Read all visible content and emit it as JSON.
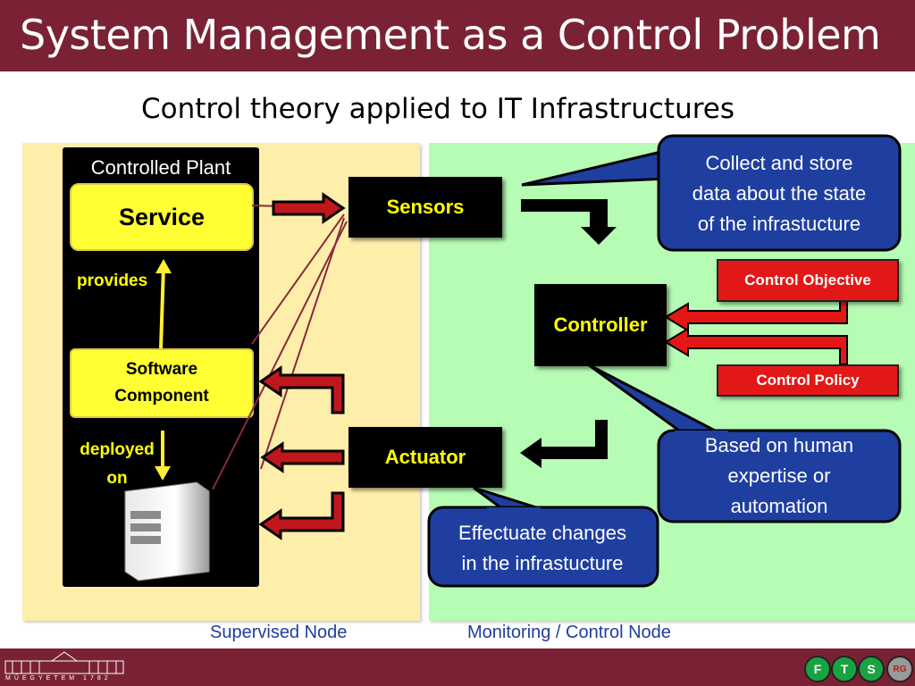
{
  "title": "System Management as a Control Problem",
  "subtitle": "Control theory applied to IT Infrastructures",
  "plant": {
    "label": "Controlled Plant",
    "service": "Service",
    "provides": "provides",
    "software_line1": "Software",
    "software_line2": "Component",
    "deployed_line1": "deployed",
    "deployed_line2": "on"
  },
  "nodes": {
    "sensors": "Sensors",
    "controller": "Controller",
    "actuator": "Actuator",
    "control_objective": "Control Objective",
    "control_policy": "Control Policy"
  },
  "callouts": {
    "collect": [
      "Collect and store",
      "data about the state",
      "of the infrastucture"
    ],
    "human": [
      "Based on human",
      "expertise or",
      "automation"
    ],
    "effect": [
      "Effectuate changes",
      "in the infrastucture"
    ]
  },
  "panels": {
    "supervised": "Supervised Node",
    "monitoring": "Monitoring / Control Node"
  },
  "footer": {
    "university_text": "MŰEGYETEM 1782",
    "logos": [
      "F",
      "T",
      "S",
      "RG"
    ]
  },
  "colors": {
    "title_bar": "#7a2233",
    "supervised_panel": "#fdeeaa",
    "monitoring_panel": "#b6fcb5",
    "highlight_yellow": "#ffff33",
    "callout_blue": "#1f3fa0",
    "arrow_red": "#c0171c",
    "control_red": "#e41717"
  }
}
